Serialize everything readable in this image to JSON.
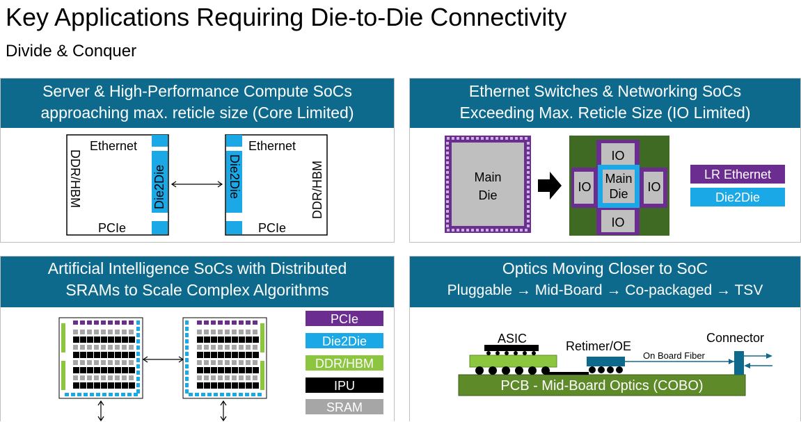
{
  "slide": {
    "title": "Key Applications Requiring Die-to-Die Connectivity",
    "subtitle": "Divide & Conquer"
  },
  "colors": {
    "header_bg": "#0e6a8c",
    "die2die": "#1aa9e6",
    "lr_ethernet": "#6b2d8f",
    "ddr_hbm": "#8cc63f",
    "ipu": "#000000",
    "sram": "#a6a6a6",
    "pcb": "#5e8a2a"
  },
  "server": {
    "header_line1": "Server & High-Performance Compute SoCs",
    "header_line2": "approaching max. reticle size (Core Limited)",
    "left_die": {
      "top": "Ethernet",
      "side": "DDR/HBM",
      "bottom": "PCIe",
      "d2d": "Die2Die"
    },
    "right_die": {
      "top": "Ethernet",
      "side": "DDR/HBM",
      "bottom": "PCIe",
      "d2d": "Die2Die"
    }
  },
  "ethernet": {
    "header_line1": "Ethernet Switches & Networking SoCs",
    "header_line2": "Exceeding Max. Reticle Size (IO Limited)",
    "main_die_line1": "Main",
    "main_die_line2": "Die",
    "io_label": "IO",
    "legend": {
      "lr_ethernet": "LR Ethernet",
      "die2die": "Die2Die"
    }
  },
  "ai": {
    "header_line1": "Artificial Intelligence SoCs with Distributed",
    "header_line2": "SRAMs to Scale Complex Algorithms",
    "legend": {
      "pcie": "PCIe",
      "die2die": "Die2Die",
      "ddr_hbm": "DDR/HBM",
      "ipu": "IPU",
      "sram": "SRAM"
    }
  },
  "optics": {
    "header_line1": "Optics Moving Closer to SoC",
    "header_line2": "Pluggable → Mid-Board → Co-packaged → TSV",
    "asic": "ASIC",
    "retimer": "Retimer/OE",
    "fiber": "On Board Fiber",
    "connector": "Connector",
    "pcb": "PCB - Mid-Board Optics (COBO)"
  }
}
